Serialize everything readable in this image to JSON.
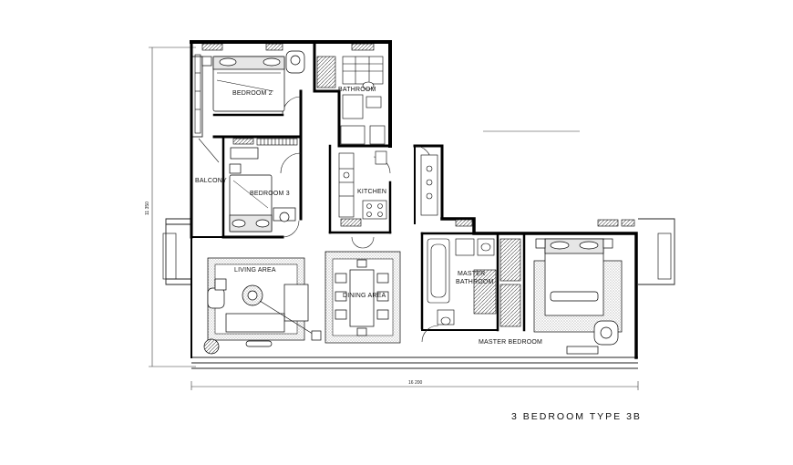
{
  "plan": {
    "title": "3 BEDROOM TYPE 3B",
    "rooms": {
      "bedroom2": "BEDROOM 2",
      "bathroom": "BATHROOM",
      "balcony": "BALCONY",
      "bedroom3": "BEDROOM 3",
      "kitchen": "KITCHEN",
      "living": "LIVING AREA",
      "dining": "DINING AREA",
      "master_bath_1": "MASTER",
      "master_bath_2": "BATHROOM",
      "master_bedroom": "MASTER BEDROOM"
    },
    "dimensions": {
      "width": "16 200",
      "height": "11 350"
    }
  }
}
